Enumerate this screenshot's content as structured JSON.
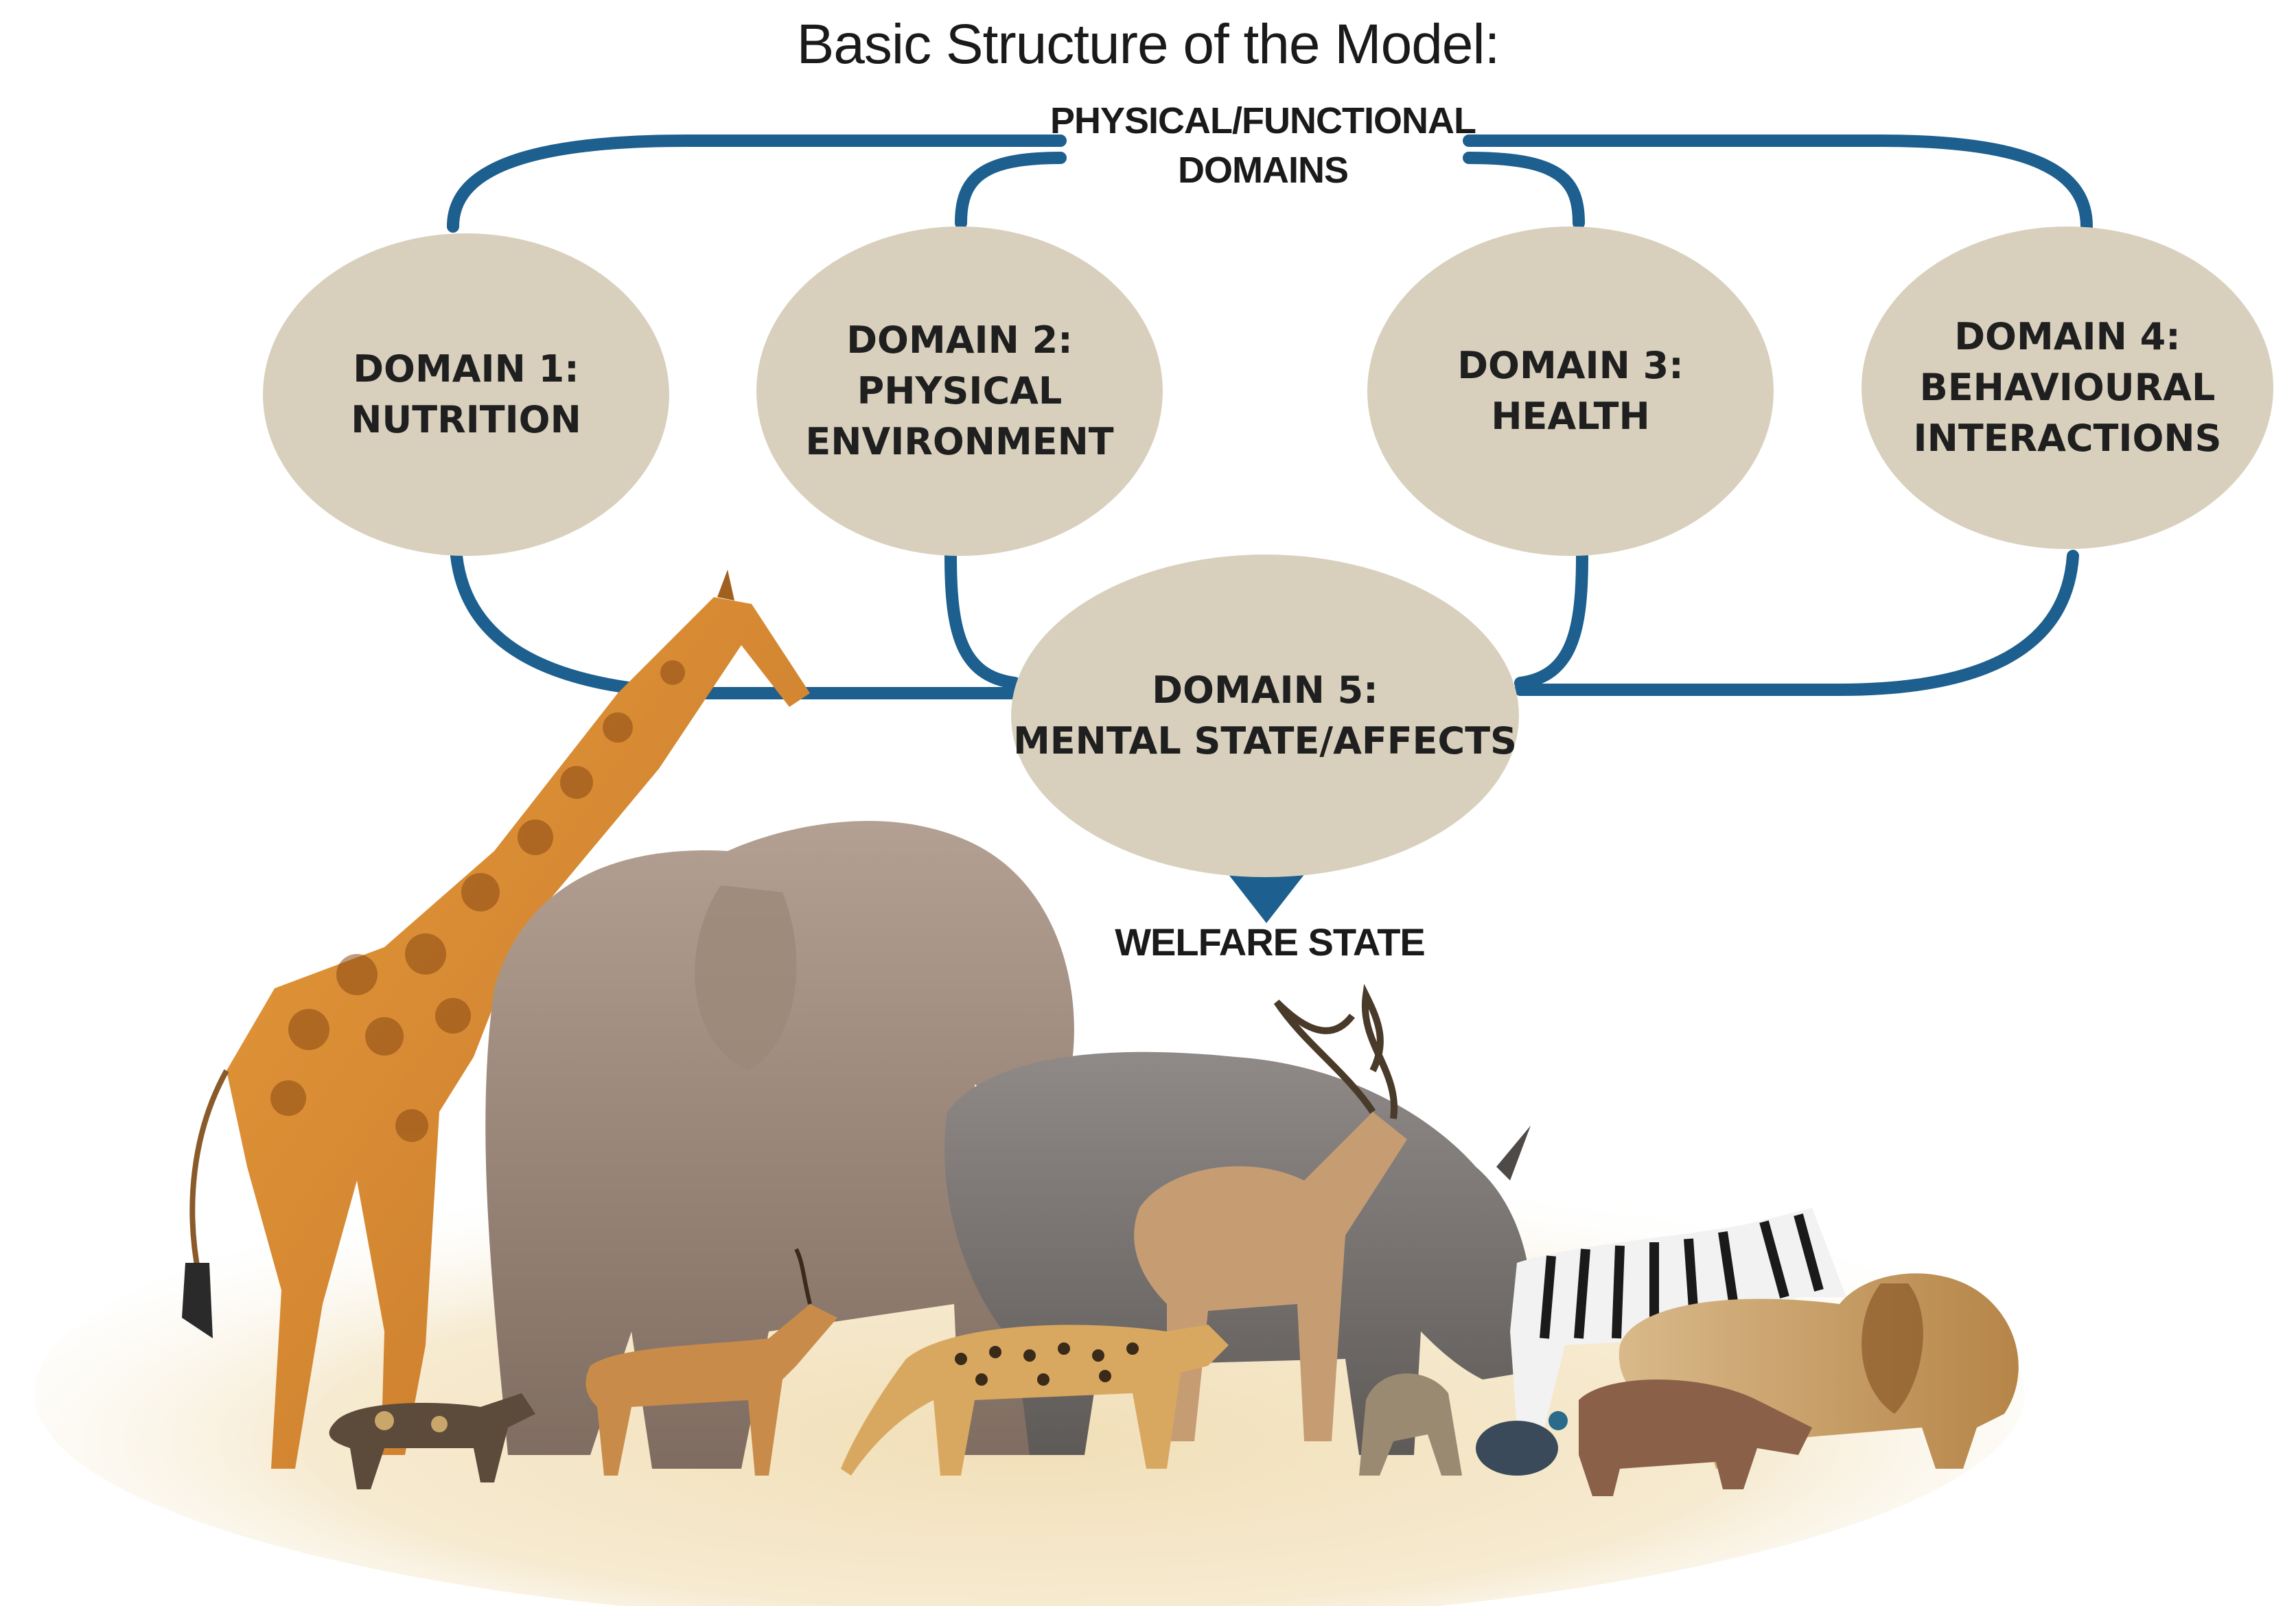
{
  "title": "Basic Structure of the Model:",
  "top_label": {
    "line1": "PHYSICAL/FUNCTIONAL",
    "line2": "DOMAINS"
  },
  "domains": [
    {
      "line1": "DOMAIN 1:",
      "line2": "NUTRITION"
    },
    {
      "line1": "DOMAIN 2:",
      "line2": "PHYSICAL",
      "line3": "ENVIRONMENT"
    },
    {
      "line1": "DOMAIN 3:",
      "line2": "HEALTH"
    },
    {
      "line1": "DOMAIN 4:",
      "line2": "BEHAVIOURAL",
      "line3": "INTERACTIONS"
    },
    {
      "line1": "DOMAIN 5:",
      "line2": "MENTAL STATE/AFFECTS"
    }
  ],
  "welfare_label": "WELFARE STATE",
  "colors": {
    "connector": "#1d5f8e",
    "domain_fill": "#d8d0bd",
    "text": "#1f1f1f"
  }
}
